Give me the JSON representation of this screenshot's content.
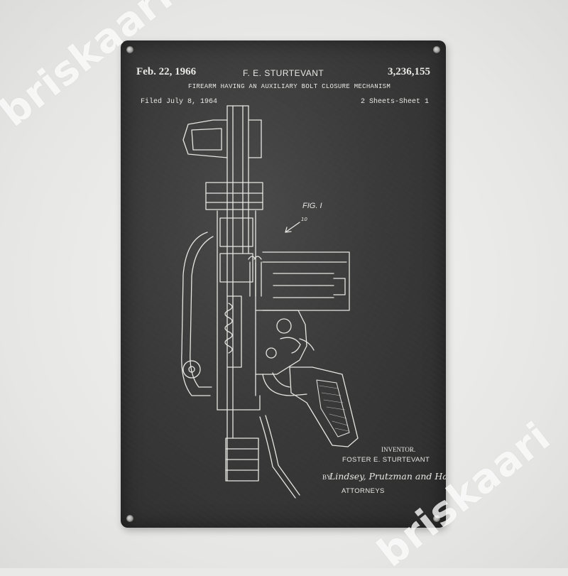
{
  "patent": {
    "date": "Feb. 22, 1966",
    "inventor_top": "F. E. STURTEVANT",
    "number": "3,236,155",
    "title": "FIREARM HAVING AN AUXILIARY BOLT CLOSURE MECHANISM",
    "filed": "Filed July 8, 1964",
    "sheets": "2 Sheets-Sheet 1",
    "figure": "FIG. I",
    "reference_numeral": "10"
  },
  "signature_block": {
    "inventor_heading": "INVENTOR.",
    "inventor_name": "FOSTER E. STURTEVANT",
    "by": "BY",
    "attorney_signature": "Lindsey, Prutzman and Hayes",
    "attorneys": "ATTORNEYS"
  },
  "watermark": {
    "text": "briskaari"
  },
  "colors": {
    "chalk": "#e8e8e4",
    "board": "#3a3a3a",
    "background": "#e9e9e7"
  }
}
